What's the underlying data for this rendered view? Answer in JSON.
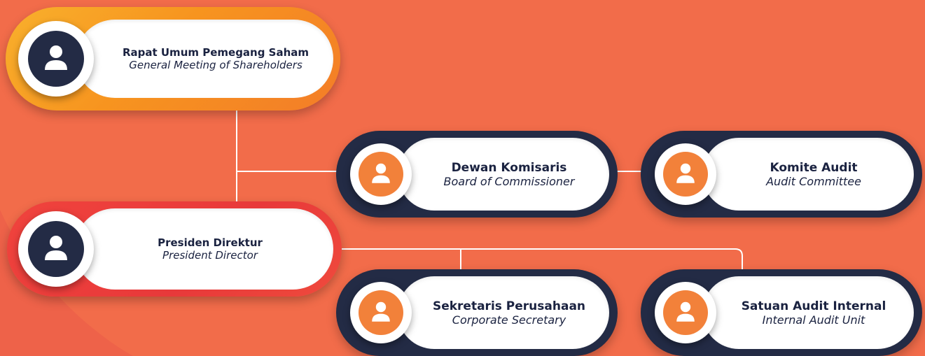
{
  "colors": {
    "background": "#F26C4A",
    "background_shape": "#EE6249",
    "navy": "#232B45",
    "orange_avatar": "#F2813A",
    "connector": "#ffffff"
  },
  "nodes": {
    "rups": {
      "title": "Rapat Umum Pemegang Saham",
      "subtitle": "General Meeting of Shareholders",
      "style": "gold",
      "icon": "person-icon"
    },
    "dewan": {
      "title": "Dewan Komisaris",
      "subtitle": "Board of Commissioner",
      "style": "navy",
      "icon": "person-icon"
    },
    "komite": {
      "title": "Komite Audit",
      "subtitle": "Audit Committee",
      "style": "navy",
      "icon": "person-icon"
    },
    "presdir": {
      "title": "Presiden Direktur",
      "subtitle": "President Director",
      "style": "red",
      "icon": "person-icon"
    },
    "sekper": {
      "title": "Sekretaris Perusahaan",
      "subtitle": "Corporate Secretary",
      "style": "navy",
      "icon": "person-icon"
    },
    "sai": {
      "title": "Satuan Audit Internal",
      "subtitle": "Internal Audit Unit",
      "style": "navy",
      "icon": "person-icon"
    }
  },
  "edges": [
    {
      "from": "rups",
      "to": "dewan"
    },
    {
      "from": "rups",
      "to": "presdir"
    },
    {
      "from": "dewan",
      "to": "komite"
    },
    {
      "from": "presdir",
      "to": "sekper"
    },
    {
      "from": "presdir",
      "to": "sai"
    }
  ]
}
